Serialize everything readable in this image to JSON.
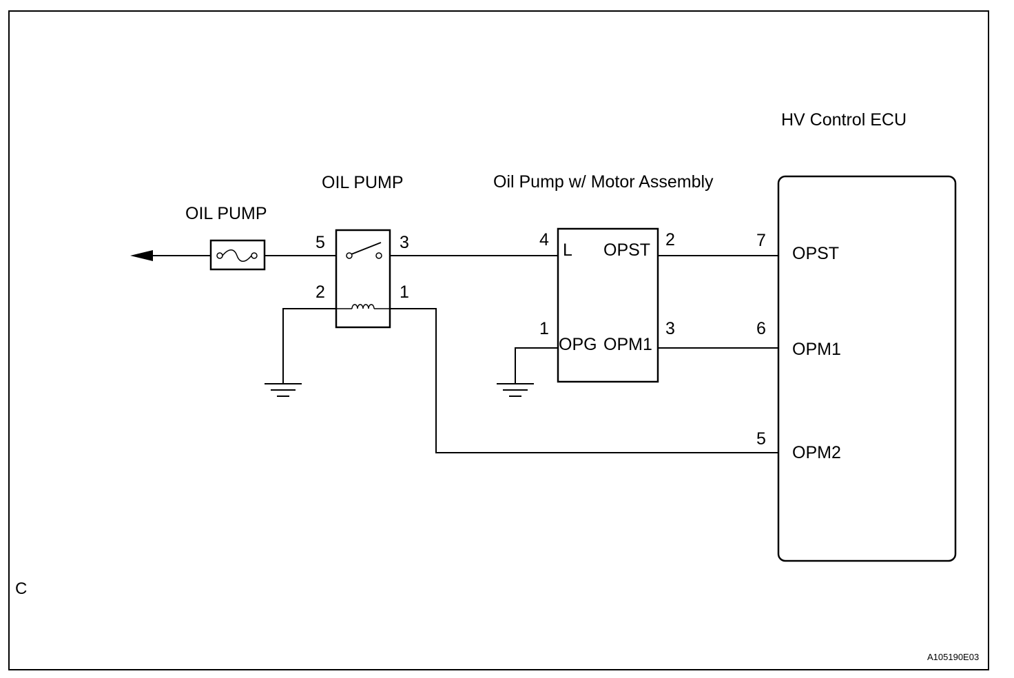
{
  "fuse": {
    "label": "OIL PUMP"
  },
  "relay": {
    "label": "OIL PUMP",
    "pins": {
      "p5": "5",
      "p3": "3",
      "p2": "2",
      "p1": "1"
    }
  },
  "motor": {
    "label": "Oil Pump w/ Motor Assembly",
    "pins": {
      "p4": "4",
      "p2": "2",
      "p1": "1",
      "p3": "3"
    },
    "terminals": {
      "l": "L",
      "opst": "OPST",
      "opg": "OPG",
      "opm1": "OPM1"
    }
  },
  "ecu": {
    "label": "HV Control ECU",
    "pins": {
      "p7": "7",
      "p6": "6",
      "p5": "5"
    },
    "terminals": {
      "opst": "OPST",
      "opm1": "OPM1",
      "opm2": "OPM2"
    }
  },
  "corner_mark": "C",
  "figure_id": "A105190E03"
}
